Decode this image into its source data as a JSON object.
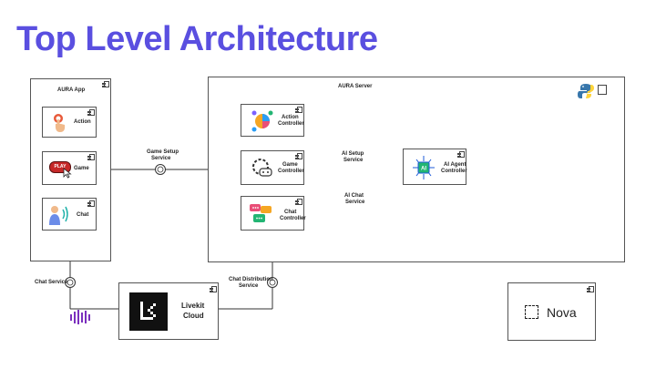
{
  "title": "Top Level Architecture",
  "aura_app": {
    "label": "AURA App",
    "action": "Action",
    "game": "Game",
    "game_icon_text": "PLAY",
    "chat": "Chat"
  },
  "aura_server": {
    "label": "AURA Server",
    "action_controller": [
      "Action",
      "Controller"
    ],
    "game_controller": [
      "Game",
      "Controller"
    ],
    "chat_controller": [
      "Chat",
      "Controller"
    ],
    "ai_agent_controller": [
      "AI Agent",
      "Controller"
    ]
  },
  "services": {
    "game_setup": [
      "Game Setup",
      "Service"
    ],
    "ai_setup": [
      "AI Setup",
      "Service"
    ],
    "ai_chat": [
      "AI Chat",
      "Service"
    ],
    "chat": "Chat Service",
    "chat_distribution": [
      "Chat Distribution",
      "Service"
    ]
  },
  "livekit": {
    "label": [
      "Livekit",
      "Cloud"
    ]
  },
  "nova": {
    "label": "Nova"
  },
  "colors": {
    "title": "#5a4fe0",
    "livekit_bg": "#111111",
    "audio_bars": "#7b2fbe"
  }
}
